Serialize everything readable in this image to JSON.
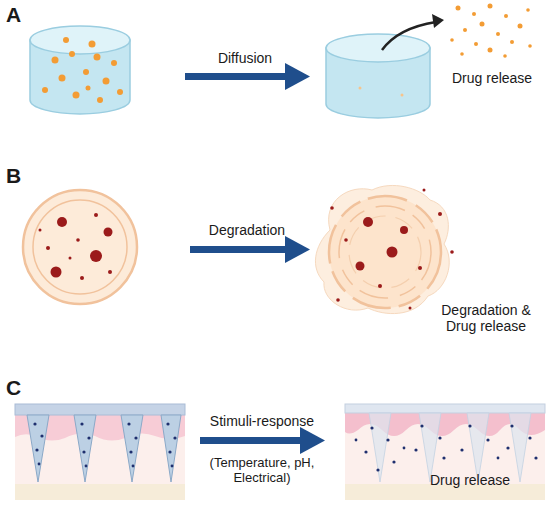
{
  "diagram": {
    "labels": [
      "A",
      "Diffusion",
      "Drug release",
      "B",
      "Degradation",
      "Degradation & Drug release",
      "C",
      "Stimuli-response",
      "(Temperature, pH, Electrical)",
      "Drug release"
    ]
  }
}
